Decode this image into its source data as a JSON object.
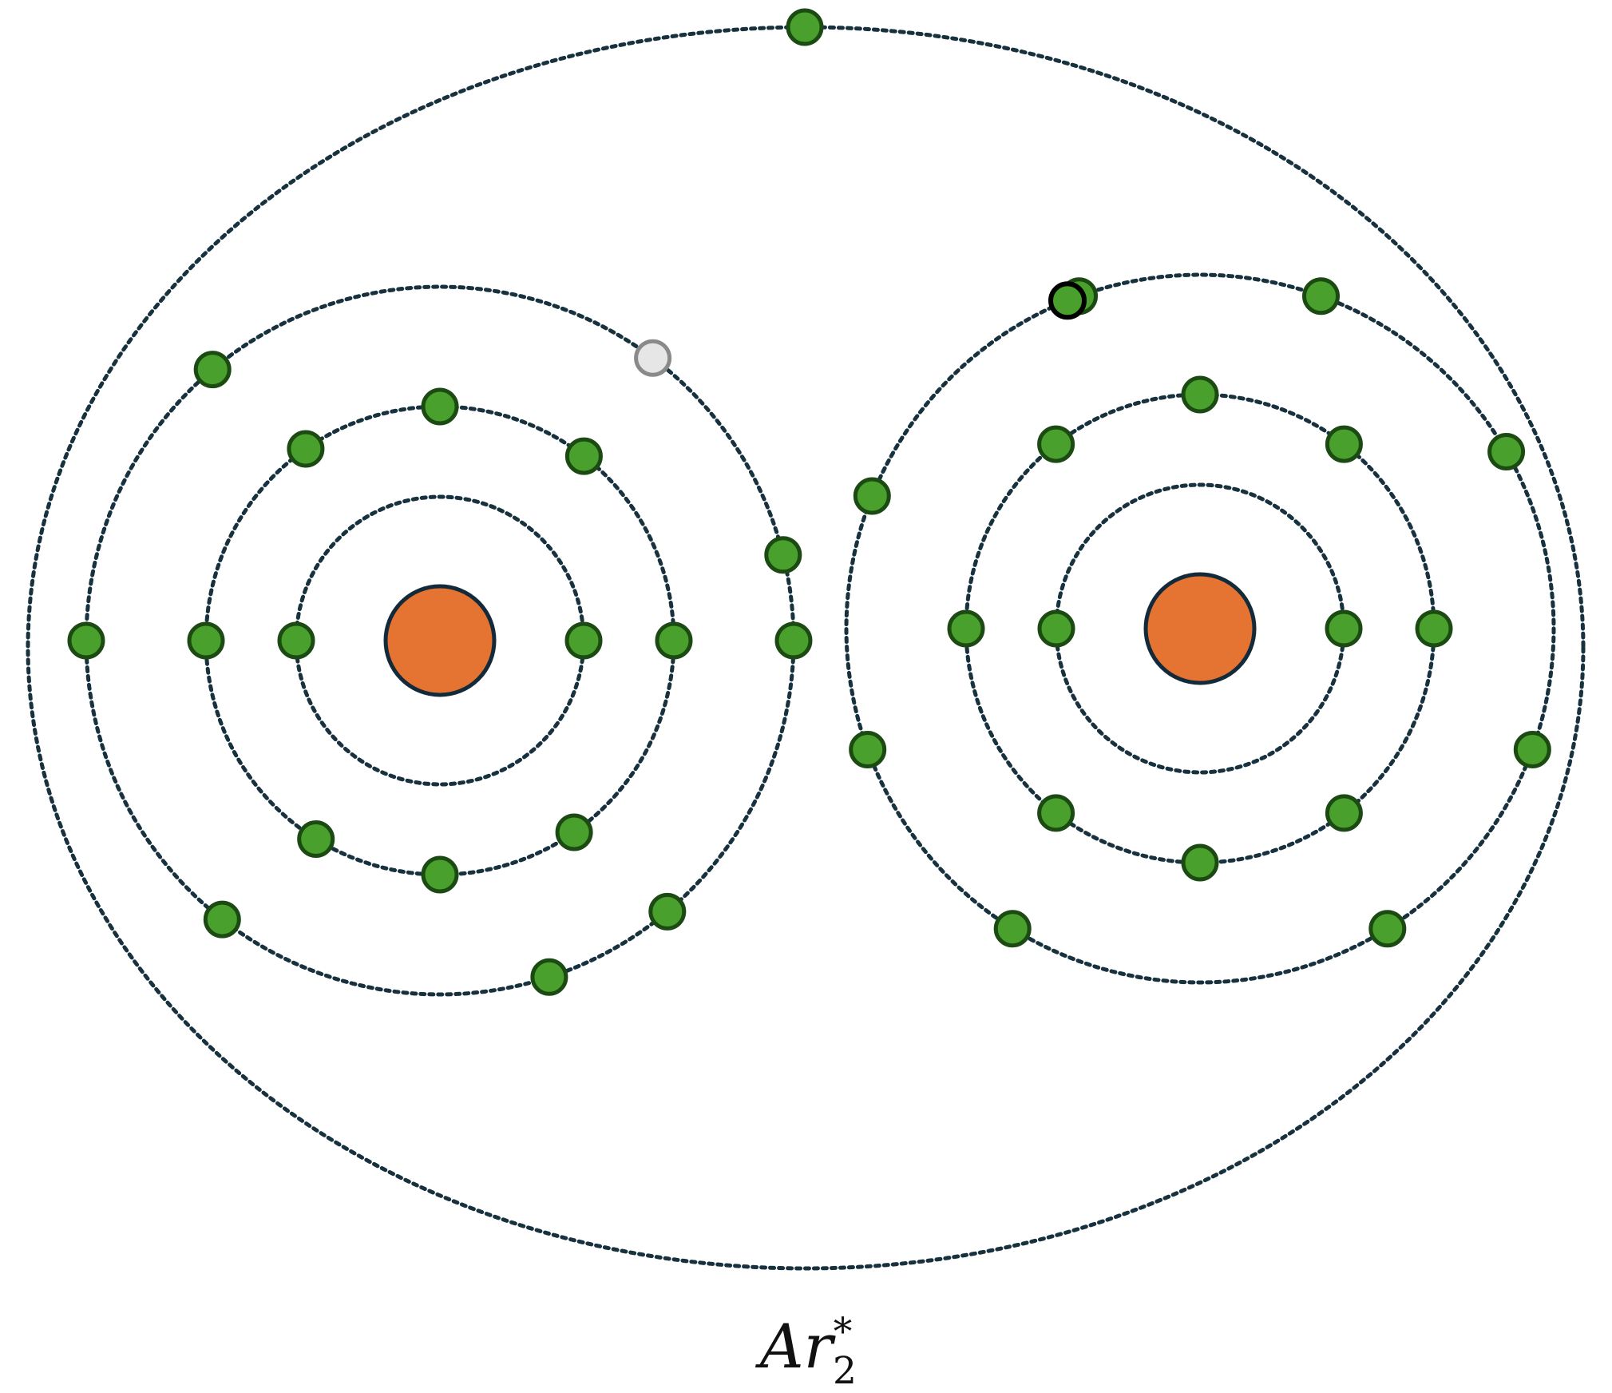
{
  "label": {
    "symbol": "Ar",
    "subscript": "2",
    "superscript": "*"
  },
  "colors": {
    "nucleus": "#e57432",
    "nucleus_outline": "#132a3a",
    "electron": "#4aa02c",
    "electron_outline": "#1b4a12",
    "hole_fill": "#e6e6e6",
    "hole_outline": "#8a8a8a",
    "excited_outline": "#000000",
    "orbit": "#17313f"
  },
  "atoms": [
    {
      "name": "left-atom",
      "shells": [
        {
          "shell": 1,
          "electrons": 2
        },
        {
          "shell": 2,
          "electrons": 8
        },
        {
          "shell": 3,
          "electrons": 7,
          "holes": 1
        }
      ]
    },
    {
      "name": "right-atom",
      "shells": [
        {
          "shell": 1,
          "electrons": 2
        },
        {
          "shell": 2,
          "electrons": 8
        },
        {
          "shell": 3,
          "electrons": 8,
          "excited": 1
        }
      ]
    }
  ],
  "molecular_orbit": {
    "electrons": 1
  }
}
